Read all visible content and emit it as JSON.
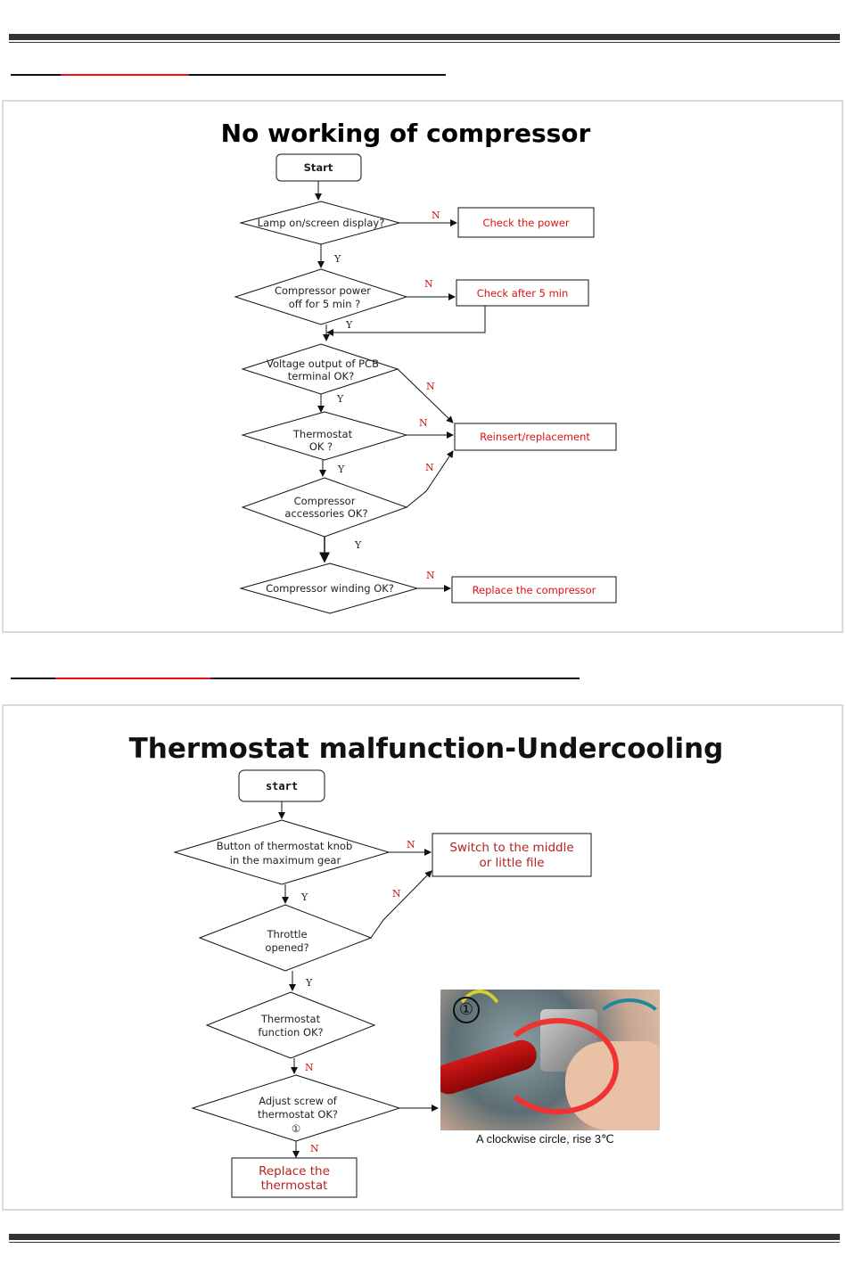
{
  "panel1": {
    "title": "No working of compressor",
    "start": "Start",
    "q1": "Lamp on/screen display?",
    "a1": "Check the power",
    "q2_l1": "Compressor power",
    "q2_l2": "off for 5 min ?",
    "a2": "Check after 5 min",
    "q3_l1": "Voltage output of PCB",
    "q3_l2": "terminal OK?",
    "q4_l1": "Thermostat",
    "q4_l2": "OK ?",
    "a3": "Reinsert/replacement",
    "q5_l1": "Compressor",
    "q5_l2": "accessories OK?",
    "q6": "Compressor winding OK?",
    "a4": "Replace the compressor",
    "yes": "Y",
    "no": "N"
  },
  "panel2": {
    "title": "Thermostat malfunction-Undercooling",
    "start": "start",
    "q1_l1": "Button of thermostat knob",
    "q1_l2": "in the maximum gear",
    "a1_l1": "Switch to the middle",
    "a1_l2": "or little file",
    "q2_l1": "Throttle",
    "q2_l2": "opened?",
    "q3_l1": "Thermostat",
    "q3_l2": "function OK?",
    "q4_l1": "Adjust screw of",
    "q4_l2": "thermostat OK?",
    "q4_mark": "①",
    "a2_l1": "Replace the",
    "a2_l2": "thermostat",
    "photo_number": "①",
    "photo_caption": "A clockwise circle, rise 3℃",
    "yes": "Y",
    "no": "N"
  },
  "colors": {
    "accent_red": "#e11111",
    "line": "#111111"
  }
}
